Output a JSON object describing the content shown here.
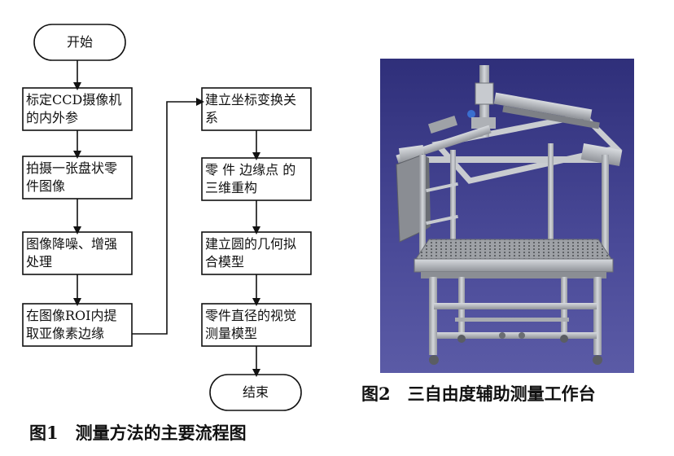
{
  "flowchart": {
    "start": "开始",
    "end": "结束",
    "left_steps": [
      "标定CCD摄像机的内外参",
      "拍摄一张盘状零件图像",
      "图像降噪、增强处理",
      "在图像ROI内提取亚像素边缘"
    ],
    "right_steps": [
      "建立坐标变换关系",
      "零 件 边缘点 的三维重构",
      "建立圆的几何拟合模型",
      "零件直径的视觉测量模型"
    ]
  },
  "captions": {
    "fig1": "图1　测量方法的主要流程图",
    "fig2": "图2　三自由度辅助测量工作台"
  },
  "colors": {
    "photo_background": "#3f3f8e",
    "frame_metal": "#b8bcc2",
    "line": "#111111"
  }
}
